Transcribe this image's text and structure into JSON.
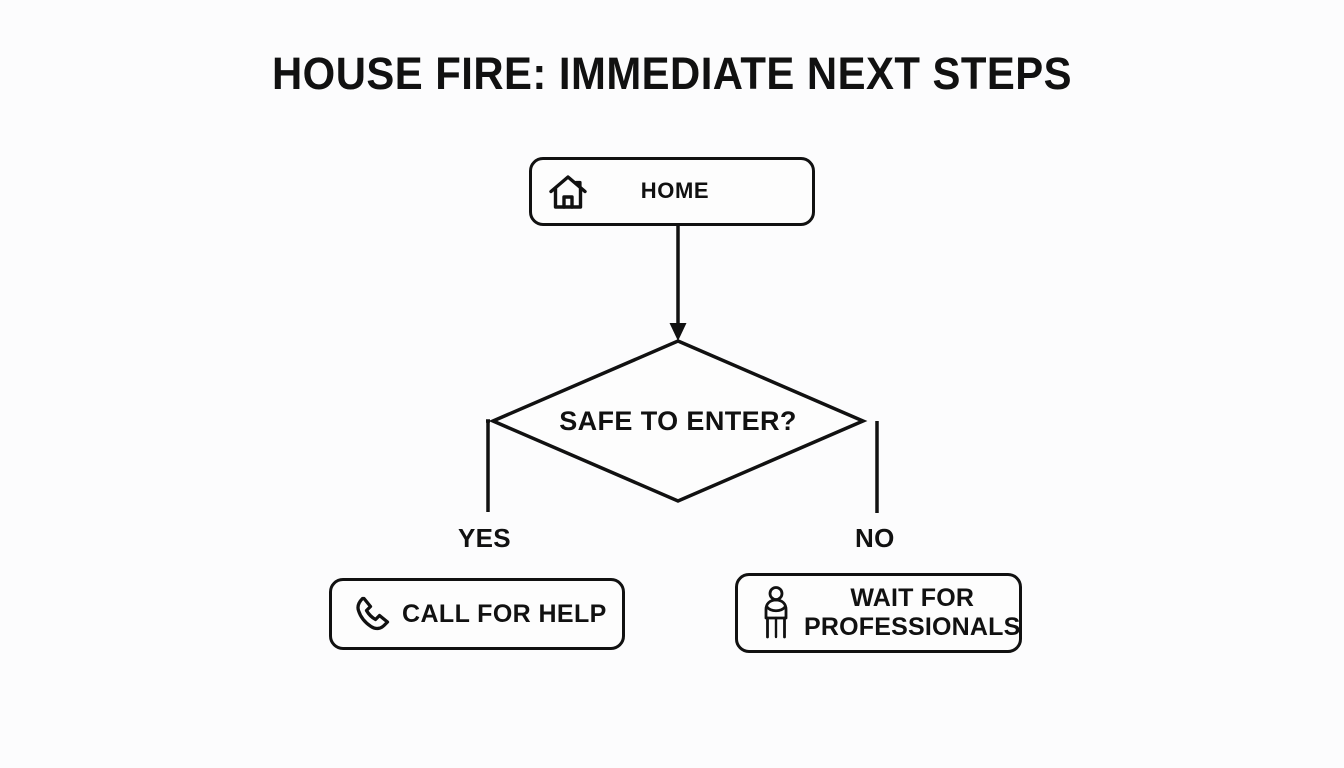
{
  "page": {
    "title": "HOUSE FIRE: IMMEDIATE NEXT STEPS",
    "background_color": "#fcfcfd",
    "line_color": "#111111"
  },
  "diagram": {
    "type": "flowchart",
    "nodes": [
      {
        "id": "home",
        "shape": "rounded-rectangle",
        "label": "HOME",
        "icon": "house-icon"
      },
      {
        "id": "decision",
        "shape": "diamond",
        "label": "SAFE TO ENTER?",
        "icon": null
      },
      {
        "id": "call",
        "shape": "rounded-rectangle",
        "label": "CALL FOR HELP",
        "icon": "phone-icon"
      },
      {
        "id": "wait",
        "shape": "rounded-rectangle",
        "label_line1": "WAIT FOR",
        "label_line2": "PROFESSIONALS",
        "icon": "person-standing-icon"
      }
    ],
    "edges": [
      {
        "from": "home",
        "to": "decision",
        "label": "",
        "arrow": true
      },
      {
        "from": "decision",
        "to": "call",
        "label": "YES",
        "arrow": false
      },
      {
        "from": "decision",
        "to": "wait",
        "label": "NO",
        "arrow": false
      }
    ],
    "branch_labels": {
      "yes": "YES",
      "no": "NO"
    }
  }
}
